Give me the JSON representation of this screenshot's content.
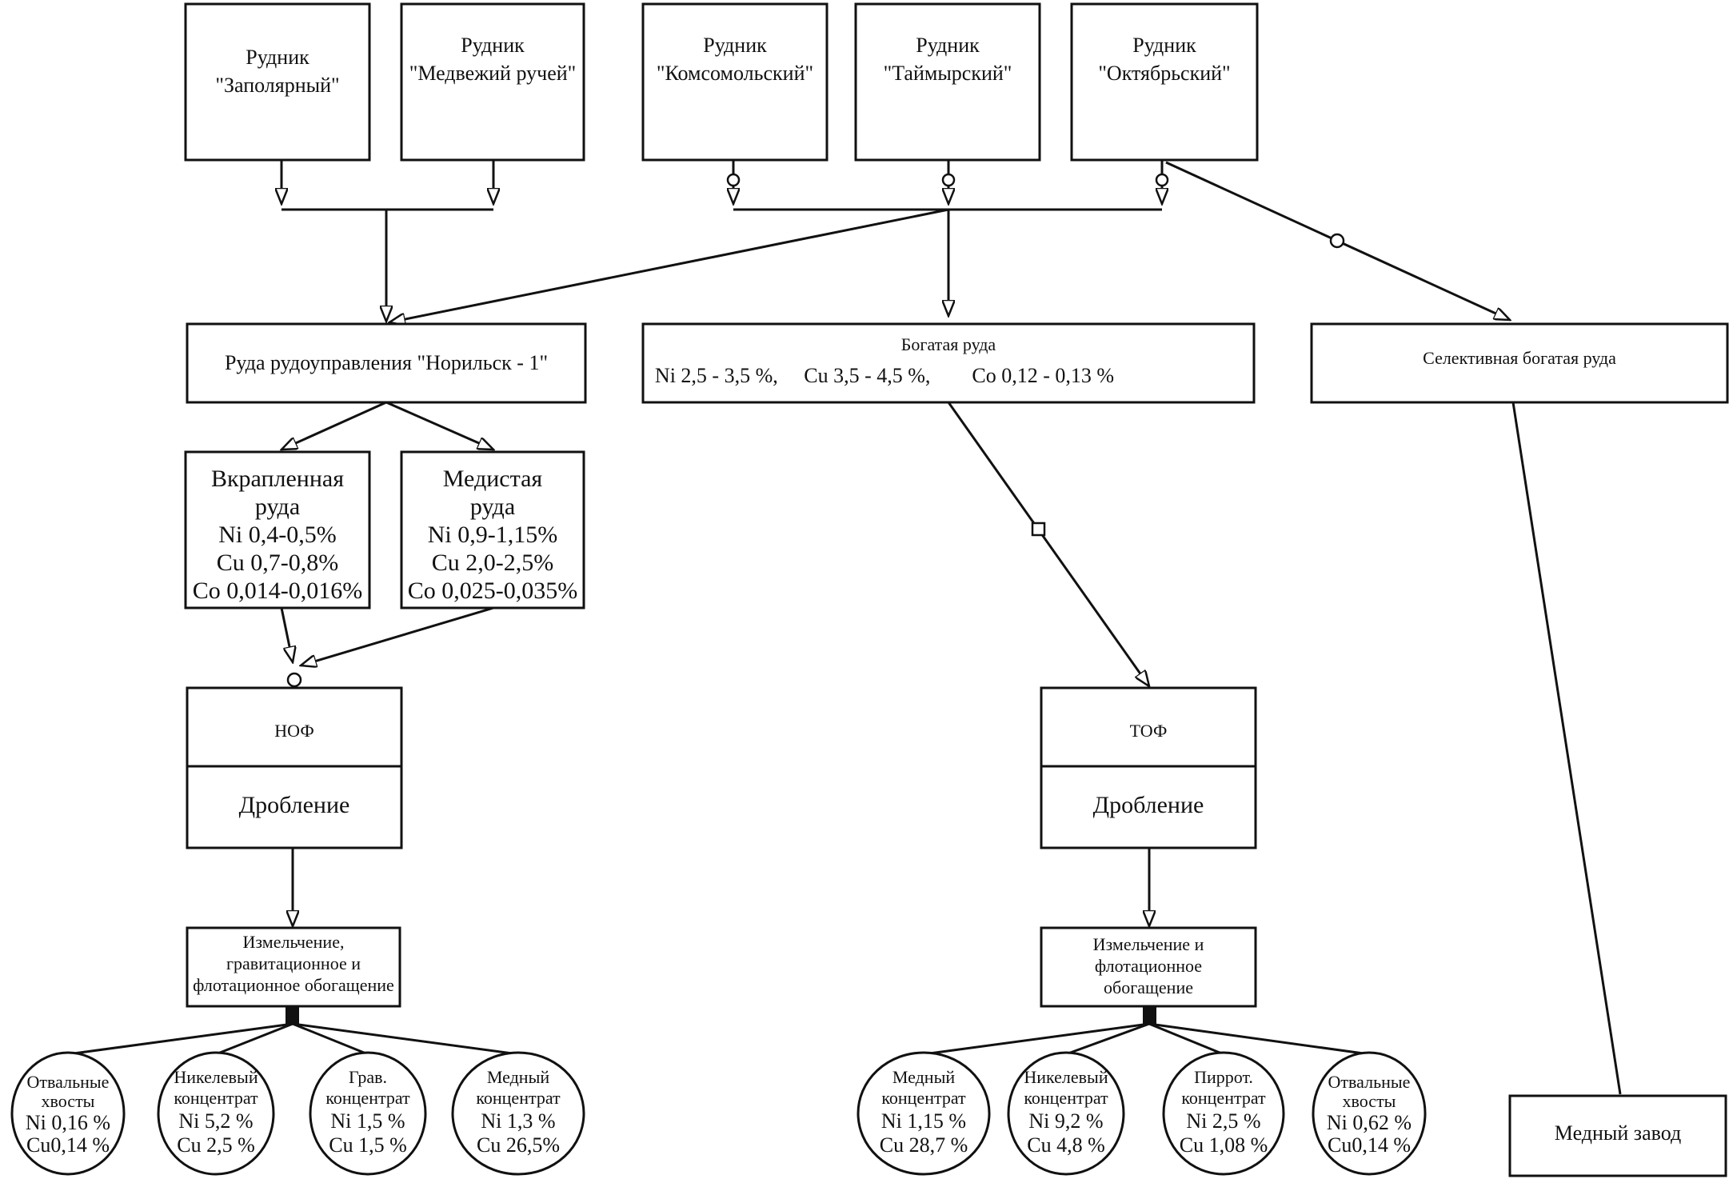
{
  "mines": {
    "zapolyarny": [
      "Рудник",
      "\"Заполярный\""
    ],
    "medvezhiy": [
      "Рудник",
      "\"Медвежий ручей\""
    ],
    "komsomolsky": [
      "Рудник",
      "\"Комсомольский\""
    ],
    "taimyrsky": [
      "Рудник",
      "\"Таймырский\""
    ],
    "oktyabrsky": [
      "Рудник",
      "\"Октябрьский\""
    ]
  },
  "ores": {
    "norilsk": "Руда рудоуправления \"Норильск - 1\"",
    "rich_title": "Богатая руда",
    "rich_specs": "Ni 2,5 - 3,5 %,     Cu 3,5 - 4,5 %,        Co 0,12 - 0,13 %",
    "selective": "Селективная богатая руда",
    "disseminated": [
      "Вкрапленная",
      "руда",
      "Ni  0,4-0,5%",
      "Cu 0,7-0,8%",
      "Co 0,014-0,016%"
    ],
    "cuprous": [
      "Медистая",
      "руда",
      "Ni  0,9-1,15%",
      "Cu 2,0-2,5%",
      "Co 0,025-0,035%"
    ]
  },
  "plants": {
    "nof_title": "НОФ",
    "nof_process": "Дробление",
    "tof_title": "ТОФ",
    "tof_process": "Дробление",
    "nof_enrich": [
      "Измельчение,",
      "гравитационное и",
      "флотационное обогащение"
    ],
    "tof_enrich": [
      "Измельчение  и",
      "флотационное",
      "обогащение"
    ],
    "copper_plant": "Медный завод"
  },
  "products_nof": [
    [
      "Отвальные",
      "хвосты",
      "Ni  0,16 %",
      "Cu0,14 %"
    ],
    [
      "Никелевый",
      "концентрат",
      "Ni  5,2 %",
      "Cu 2,5 %"
    ],
    [
      "Грав.",
      "концентрат",
      "Ni  1,5 %",
      "Cu 1,5 %"
    ],
    [
      "Медный",
      "концентрат",
      "Ni  1,3 %",
      "Cu 26,5%"
    ]
  ],
  "products_tof": [
    [
      "Медный",
      "концентрат",
      "Ni  1,15 %",
      "Cu 28,7 %"
    ],
    [
      "Никелевый",
      "концентрат",
      "Ni  9,2 %",
      "Cu 4,8 %"
    ],
    [
      "Пиррот.",
      "концентрат",
      "Ni  2,5 %",
      "Cu 1,08 %"
    ],
    [
      "Отвальные",
      "хвосты",
      "Ni  0,62 %",
      "Cu0,14 %"
    ]
  ]
}
